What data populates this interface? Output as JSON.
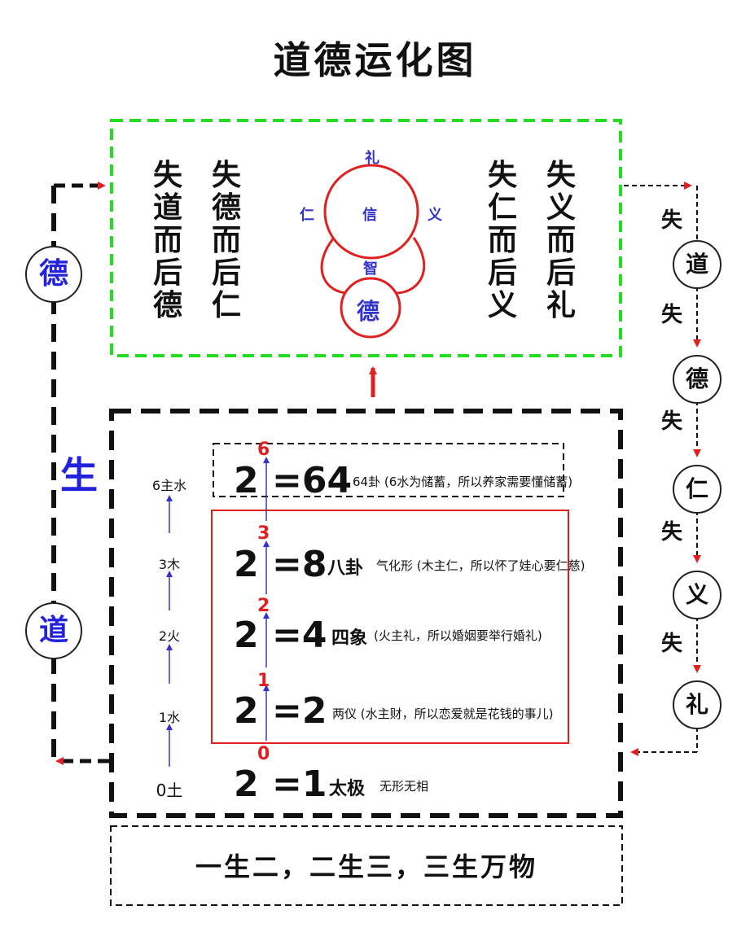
{
  "title": "道德运化图",
  "top_box": {
    "col1": "失道而后德",
    "col2": "失德而后仁",
    "col3": "失仁而后义",
    "col4": "失义而后礼",
    "circle": {
      "top": "礼",
      "left": "仁",
      "center": "信",
      "right": "义",
      "lower": "智",
      "bottom": "德"
    }
  },
  "left": {
    "circle_top": "德",
    "circle_bottom": "道",
    "sheng": "生"
  },
  "right_chain": {
    "shi": [
      "失",
      "失",
      "失",
      "失",
      "失"
    ],
    "circles": [
      "道",
      "德",
      "仁",
      "义",
      "礼"
    ]
  },
  "elements": [
    "6主水",
    "3木",
    "2火",
    "1水",
    "0土"
  ],
  "powers": [
    {
      "base": "2",
      "exp": "6",
      "eq": "=64",
      "name": "",
      "desc": "64卦 (6水为储蓄，所以养家需要懂储蓄)"
    },
    {
      "base": "2",
      "exp": "3",
      "eq": "=8",
      "name": "八卦",
      "desc": "气化形 (木主仁，所以怀了娃心要仁慈)"
    },
    {
      "base": "2",
      "exp": "2",
      "eq": "=4",
      "name": "四象",
      "desc": "(火主礼，所以婚姻要举行婚礼)"
    },
    {
      "base": "2",
      "exp": "1",
      "eq": "=2",
      "name": "",
      "desc": "两仪 (水主财，所以恋爱就是花钱的事儿)"
    },
    {
      "base": "2",
      "exp": "0",
      "eq": "=1",
      "name": "太极",
      "desc": "无形无相"
    }
  ],
  "summary": "一生二，二生三，三生万物",
  "colors": {
    "green": "#22dd22",
    "red": "#e02020",
    "blue": "#2222dd",
    "black": "#111111"
  }
}
